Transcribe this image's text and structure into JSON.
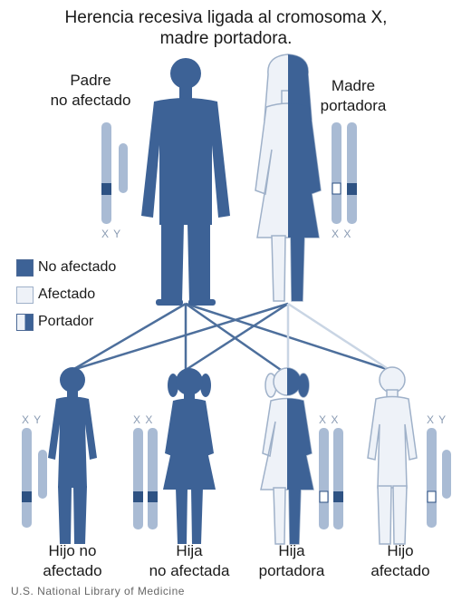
{
  "title": {
    "line1": "Herencia recesiva ligada al cromosoma X,",
    "line2": "madre portadora."
  },
  "parents": {
    "father": {
      "line1": "Padre",
      "line2": "no afectado",
      "chromosomes": "X Y"
    },
    "mother": {
      "line1": "Madre",
      "line2": "portadora",
      "chromosomes": "X X"
    }
  },
  "legend": [
    {
      "label": "No afectado",
      "swatch": "filled"
    },
    {
      "label": "Afectado",
      "swatch": "empty"
    },
    {
      "label": "Portador",
      "swatch": "half"
    }
  ],
  "children": [
    {
      "line1": "Hijo no",
      "line2": "afectado",
      "chromosomes": "X Y"
    },
    {
      "line1": "Hija",
      "line2": "no afectada",
      "chromosomes": "X X"
    },
    {
      "line1": "Hija",
      "line2": "portadora",
      "chromosomes": "X X"
    },
    {
      "line1": "Hijo",
      "line2": "afectado",
      "chromosomes": "X Y"
    }
  ],
  "credit": "U.S. National Library of Medicine",
  "colors": {
    "unaffected": "#3d6296",
    "affected_fill": "#e7edf5",
    "outline": "#9fb1c9",
    "chromosome": "#a9bbd4",
    "band": "#2e5283",
    "line_dark": "#4d6f9c",
    "line_light": "#c9d5e4"
  }
}
